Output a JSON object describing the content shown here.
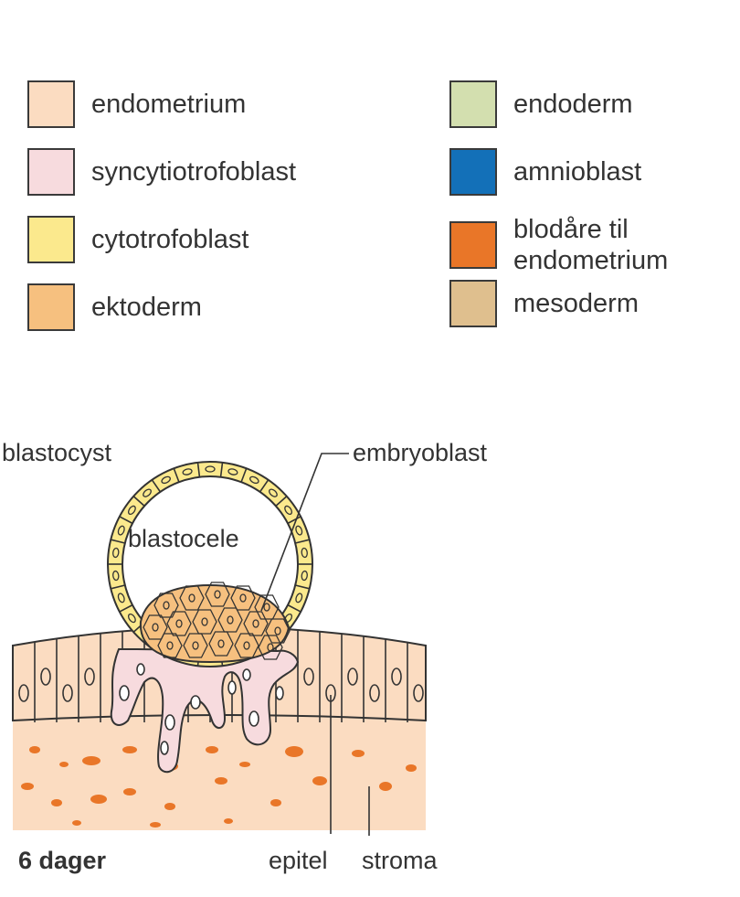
{
  "legend": {
    "items": [
      {
        "label": "endometrium",
        "color": "#fbdcc1"
      },
      {
        "label": "syncytiotrofoblast",
        "color": "#f7dbde"
      },
      {
        "label": "cytotrofoblast",
        "color": "#fbe98d"
      },
      {
        "label": "ektoderm",
        "color": "#f6c07f"
      },
      {
        "label": "endoderm",
        "color": "#d3dfaf"
      },
      {
        "label": "amnioblast",
        "color": "#1370b8"
      },
      {
        "label": "blodåre til endometrium",
        "color": "#e97628"
      },
      {
        "label": "mesoderm",
        "color": "#dfbf8e"
      }
    ]
  },
  "diagram": {
    "labels": {
      "blastocyst": "blastocyst",
      "embryoblast": "embryoblast",
      "blastocele": "blastocele",
      "epitel": "epitel",
      "stroma": "stroma",
      "stage": "6 dager"
    }
  }
}
